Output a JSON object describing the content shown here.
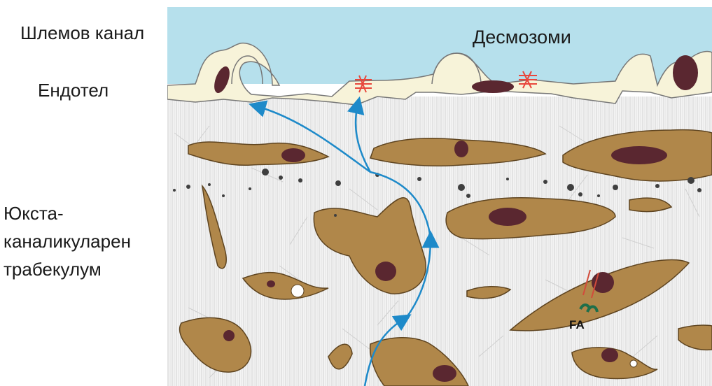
{
  "labels": {
    "schlemm": "Шлемов канал",
    "endothelium": "Ендотел",
    "jct_line1": "Юкста-",
    "jct_line2": "каналикуларен",
    "jct_line3": "трабекулум",
    "desmosomes": "Десмозоми",
    "fa": "FA"
  },
  "colors": {
    "canal": "#b6e0ec",
    "endothelium": "#f7f3d9",
    "cell": "#b0874a",
    "nucleus": "#5a2730",
    "flow_arrow": "#1e8ac9",
    "desmosome": "#e8473c",
    "focal_adhesion": "#1e6f4a"
  }
}
